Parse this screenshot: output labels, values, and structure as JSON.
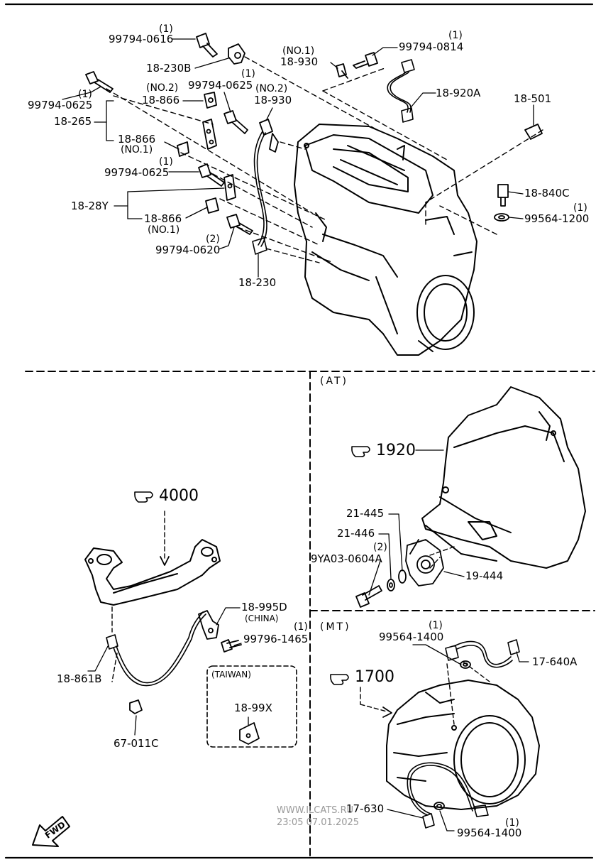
{
  "labels": {
    "p_99794_0616": "99794-0616",
    "q_99794_0616": "(1)",
    "p_18_230B": "18-230B",
    "p_99794_0625_a": "99794-0625",
    "q_99794_0625_a": "(1)",
    "p_18_866_no2": "18-866",
    "t_no2_a": "(NO.2)",
    "p_18_265": "18-265",
    "p_18_866_no1_a": "18-866",
    "t_no1_a": "(NO.1)",
    "p_99794_0625_b": "99794-0625",
    "q_99794_0625_b": "(1)",
    "p_99794_0625_c": "99794-0625",
    "q_99794_0625_c": "(1)",
    "p_18_28Y": "18-28Y",
    "p_18_866_no1_b": "18-866",
    "t_no1_b": "(NO.1)",
    "p_99794_0620": "99794-0620",
    "q_99794_0620": "(2)",
    "p_18_230": "18-230",
    "t_no1_c": "(NO.1)",
    "p_18_930_no1": "18-930",
    "t_no2_b": "(NO.2)",
    "p_18_930_no2": "18-930",
    "p_99794_0814": "99794-0814",
    "q_99794_0814": "(1)",
    "p_18_920A": "18-920A",
    "p_18_501": "18-501",
    "p_18_840C": "18-840C",
    "p_99564_1200": "99564-1200",
    "q_99564_1200": "(1)",
    "sec_at": "(AT)",
    "ref_1920": "1920",
    "p_21_445": "21-445",
    "p_21_446": "21-446",
    "p_9YA03_0604A": "9YA03-0604A",
    "q_9YA03_0604A": "(2)",
    "p_19_444": "19-444",
    "ref_4000": "4000",
    "p_18_995D": "18-995D",
    "t_china": "(CHINA)",
    "p_99796_1465": "99796-1465",
    "q_99796_1465": "(1)",
    "p_18_861B": "18-861B",
    "t_taiwan": "(TAIWAN)",
    "p_18_99X": "18-99X",
    "p_67_011C": "67-011C",
    "sec_mt": "(MT)",
    "p_99564_1400_a": "99564-1400",
    "q_99564_1400_a": "(1)",
    "p_17_640A": "17-640A",
    "ref_1700": "1700",
    "p_17_630": "17-630",
    "p_99564_1400_b": "99564-1400",
    "q_99564_1400_b": "(1)",
    "fwd": "FWD"
  },
  "watermark": {
    "line1": "WWW.ILCATS.RU",
    "line2": "23:05 07.01.2025"
  },
  "icons": [
    "pointing-hand-icon",
    "fwd-arrow-icon"
  ],
  "colors": {
    "ink": "#000000",
    "watermark": "#999999",
    "paper": "#ffffff"
  }
}
